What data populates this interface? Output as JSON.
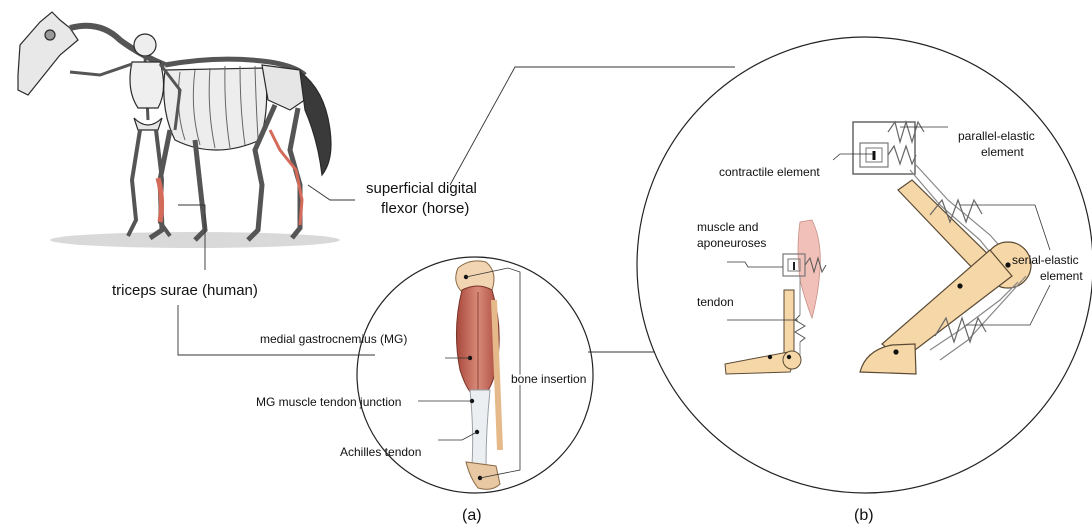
{
  "labels": {
    "sdf_line1": "superficial digital",
    "sdf_line2": "flexor (horse)",
    "triceps": "triceps surae (human)",
    "mg": "medial gastrocnemius (MG)",
    "mtj": "MG muscle tendon junction",
    "achilles": "Achilles tendon",
    "bone_insertion": "bone insertion",
    "contractile": "contractile element",
    "parallel_l1": "parallel-elastic",
    "parallel_l2": "element",
    "serial_l1": "serial-elastic",
    "serial_l2": "element",
    "muscle_l1": "muscle and",
    "muscle_l2": "aponeuroses",
    "tendon": "tendon",
    "panel_a": "(a)",
    "panel_b": "(b)"
  },
  "colors": {
    "muscle": "#c96a5a",
    "tendon": "#e9ecef",
    "bone": "#f6d7a7",
    "bone_stroke": "#5a4a35",
    "line": "#333333"
  }
}
